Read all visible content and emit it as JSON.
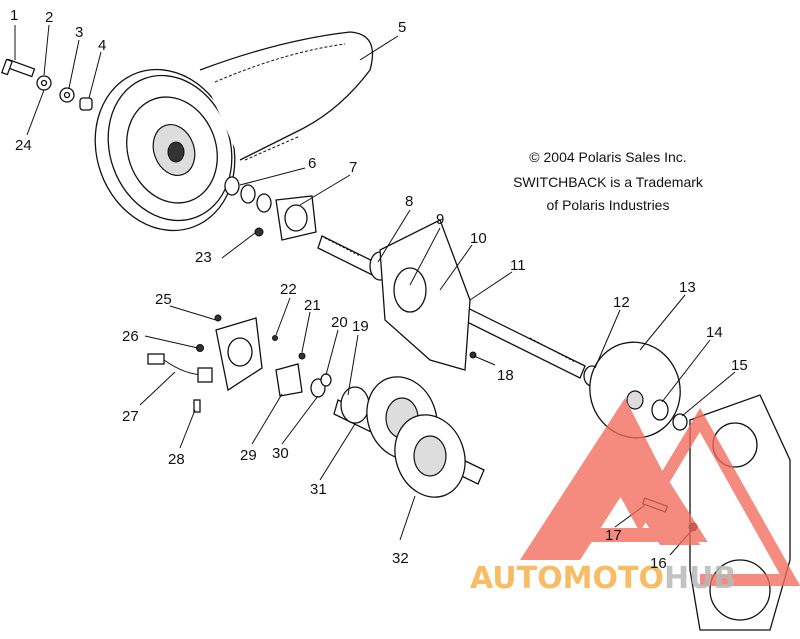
{
  "copyright": {
    "line1": "© 2004 Polaris Sales Inc.",
    "line2": "SWITCHBACK is a Trademark",
    "line3": "of Polaris Industries"
  },
  "callouts": {
    "c1": "1",
    "c2": "2",
    "c3": "3",
    "c4": "4",
    "c5": "5",
    "c6": "6",
    "c7": "7",
    "c8": "8",
    "c9": "9",
    "c10": "10",
    "c11": "11",
    "c12": "12",
    "c13": "13",
    "c14": "14",
    "c15": "15",
    "c16": "16",
    "c17": "17",
    "c18": "18",
    "c19": "19",
    "c20": "20",
    "c21": "21",
    "c22": "22",
    "c23": "23",
    "c24": "24",
    "c25": "25",
    "c26": "26",
    "c27": "27",
    "c28": "28",
    "c29": "29",
    "c30": "30",
    "c31": "31",
    "c32": "32"
  },
  "watermark": {
    "text_orange": "AUTOMOTO",
    "text_gray": "HUB",
    "color_primary": "#f26b5b",
    "color_orange": "#f7b24a",
    "color_gray": "#b9b9b9"
  }
}
